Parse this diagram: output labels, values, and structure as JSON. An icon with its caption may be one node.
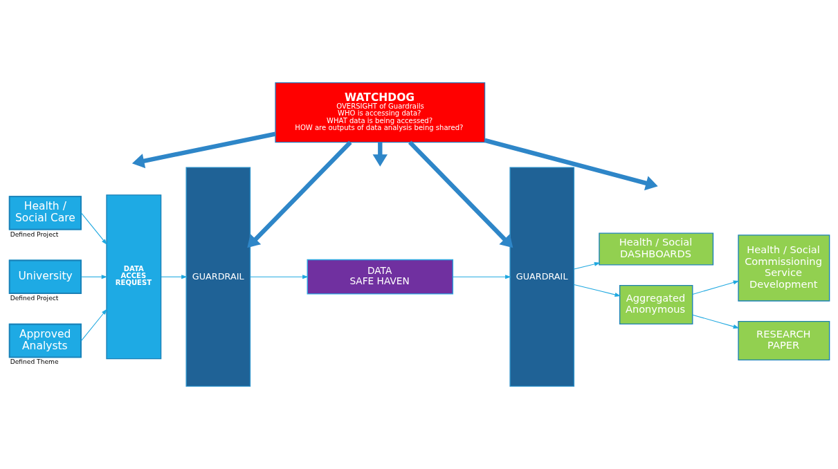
{
  "diagram": {
    "nodes": [
      {
        "text": [
          "WATCHDOG",
          "OVERSIGHT of Guardrails",
          "WHO is accessing data?",
          "WHAT data is being accessed?",
          "HOW are outputs of data analysis being shared?"
        ]
      },
      {
        "text": [
          "Health / Social Care"
        ],
        "beside": [
          "Defined Project"
        ]
      },
      {
        "text": [
          "University"
        ],
        "beside": [
          "Defined Project"
        ]
      },
      {
        "text": [
          "Approved Analysts"
        ],
        "beside": [
          "Defined Theme"
        ]
      },
      {
        "text": [
          "DATA ACCES REQUEST"
        ]
      },
      {
        "text": [
          "GUARDRAIL"
        ]
      },
      {
        "text": [
          "DATA SAFE HAVEN"
        ]
      },
      {
        "text": [
          "GUARDRAIL"
        ]
      },
      {
        "text": [
          "Health / Social DASHBOARDS"
        ]
      },
      {
        "text": [
          "Aggregated Anonymous"
        ]
      },
      {
        "text": [
          "Health / Social Commissioning Service Development"
        ]
      },
      {
        "text": [
          "RESEARCH PAPER"
        ]
      }
    ],
    "edges": [
      {
        "from": 0,
        "to": null,
        "arrow": "to",
        "style": "thick",
        "color": "#2e86c8"
      },
      {
        "from": 0,
        "to": 5,
        "arrow": "to",
        "style": "thick",
        "color": "#2e86c8"
      },
      {
        "from": 0,
        "to": null,
        "arrow": "to",
        "style": "thick",
        "color": "#2e86c8"
      },
      {
        "from": 0,
        "to": 7,
        "arrow": "to",
        "style": "thick",
        "color": "#2e86c8"
      },
      {
        "from": 0,
        "to": null,
        "arrow": "to",
        "style": "thick",
        "color": "#2e86c8"
      },
      {
        "from": 1,
        "to": 4,
        "arrow": "to"
      },
      {
        "from": 2,
        "to": 4,
        "arrow": "to"
      },
      {
        "from": 3,
        "to": 4,
        "arrow": "to"
      },
      {
        "from": 4,
        "to": 5,
        "arrow": "to"
      },
      {
        "from": 5,
        "to": 6,
        "arrow": "to"
      },
      {
        "from": 6,
        "to": 7,
        "arrow": "to"
      },
      {
        "from": 7,
        "to": 8,
        "arrow": "to"
      },
      {
        "from": 7,
        "to": 9,
        "arrow": "to"
      },
      {
        "from": 9,
        "to": 10,
        "arrow": "to"
      },
      {
        "from": 9,
        "to": 11,
        "arrow": "to"
      }
    ]
  }
}
